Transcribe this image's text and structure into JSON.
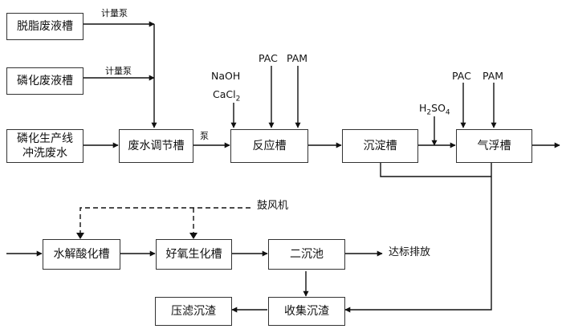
{
  "boxes": {
    "degrease": "脱脂废液槽",
    "phosphating": "磷化废液槽",
    "rinse_line1": "磷化生产线",
    "rinse_line2": "冲洗废水",
    "equalization": "废水调节槽",
    "reaction": "反应槽",
    "sedimentation": "沉淀槽",
    "flotation": "气浮槽",
    "hydrolysis": "水解酸化槽",
    "aerobic": "好氧生化槽",
    "secondary_clarifier": "二沉池",
    "sludge_collection": "收集沉渣",
    "filter_press": "压滤沉渣"
  },
  "labels": {
    "metering_pump_1": "计量泵",
    "metering_pump_2": "计量泵",
    "pump": "泵",
    "naoh": "NaOH",
    "cacl2_base": "CaCl",
    "cacl2_sub": "2",
    "pac_1": "PAC",
    "pam_1": "PAM",
    "h2so4_h": "H",
    "h2so4_sub2": "2",
    "h2so4_so": "SO",
    "h2so4_sub4": "4",
    "pac_2": "PAC",
    "pam_2": "PAM",
    "blower": "鼓风机",
    "discharge": "达标排放"
  }
}
